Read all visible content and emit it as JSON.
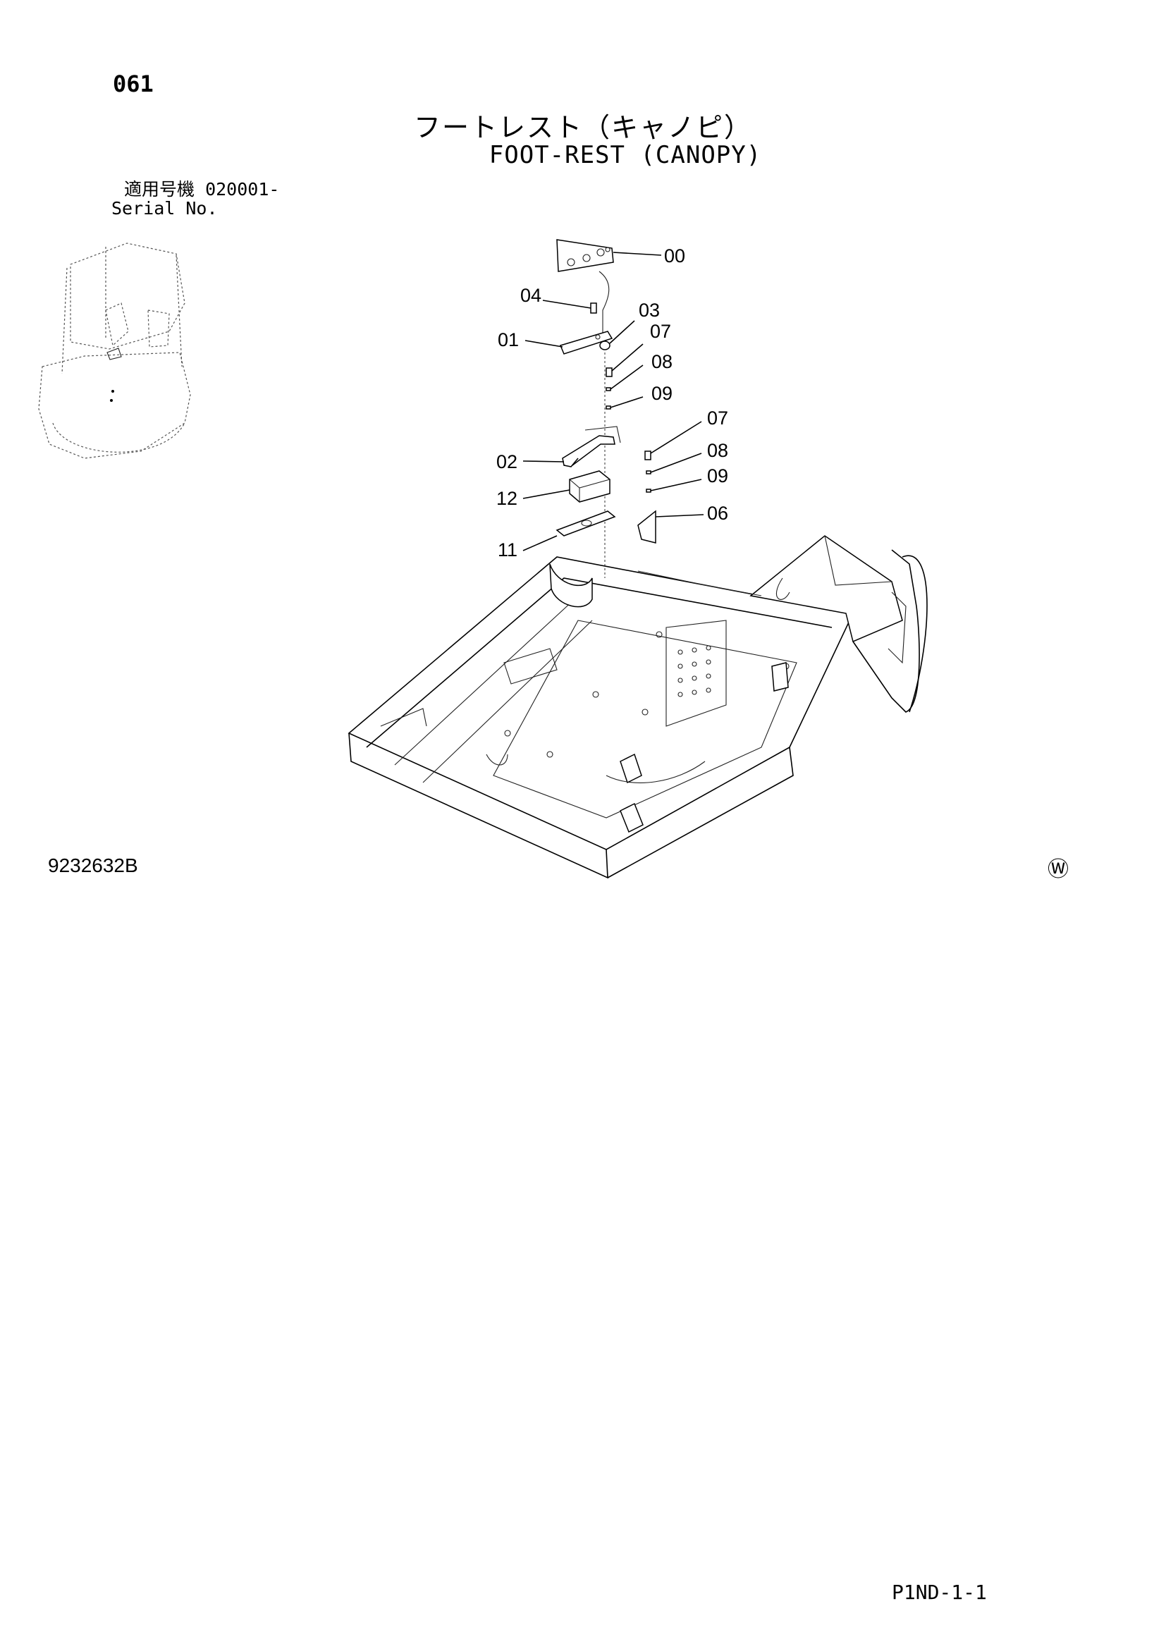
{
  "header": {
    "page_number": "061",
    "title_ja": "フートレスト（キャノピ）",
    "title_en": "FOOT-REST (CANOPY)",
    "applicable_label_ja": "適用号機",
    "serial_range": "020001-",
    "serial_label_en": "Serial No."
  },
  "callouts": [
    {
      "id": "00",
      "label": "00"
    },
    {
      "id": "04",
      "label": "04"
    },
    {
      "id": "03",
      "label": "03"
    },
    {
      "id": "01",
      "label": "01"
    },
    {
      "id": "07a",
      "label": "07"
    },
    {
      "id": "08a",
      "label": "08"
    },
    {
      "id": "09a",
      "label": "09"
    },
    {
      "id": "07b",
      "label": "07"
    },
    {
      "id": "02",
      "label": "02"
    },
    {
      "id": "08b",
      "label": "08"
    },
    {
      "id": "09b",
      "label": "09"
    },
    {
      "id": "12",
      "label": "12"
    },
    {
      "id": "06",
      "label": "06"
    },
    {
      "id": "11",
      "label": "11"
    }
  ],
  "footer": {
    "drawing_number": "9232632B",
    "watermark_symbol": "Ⓦ",
    "page_code": "P1ND-1-1"
  }
}
